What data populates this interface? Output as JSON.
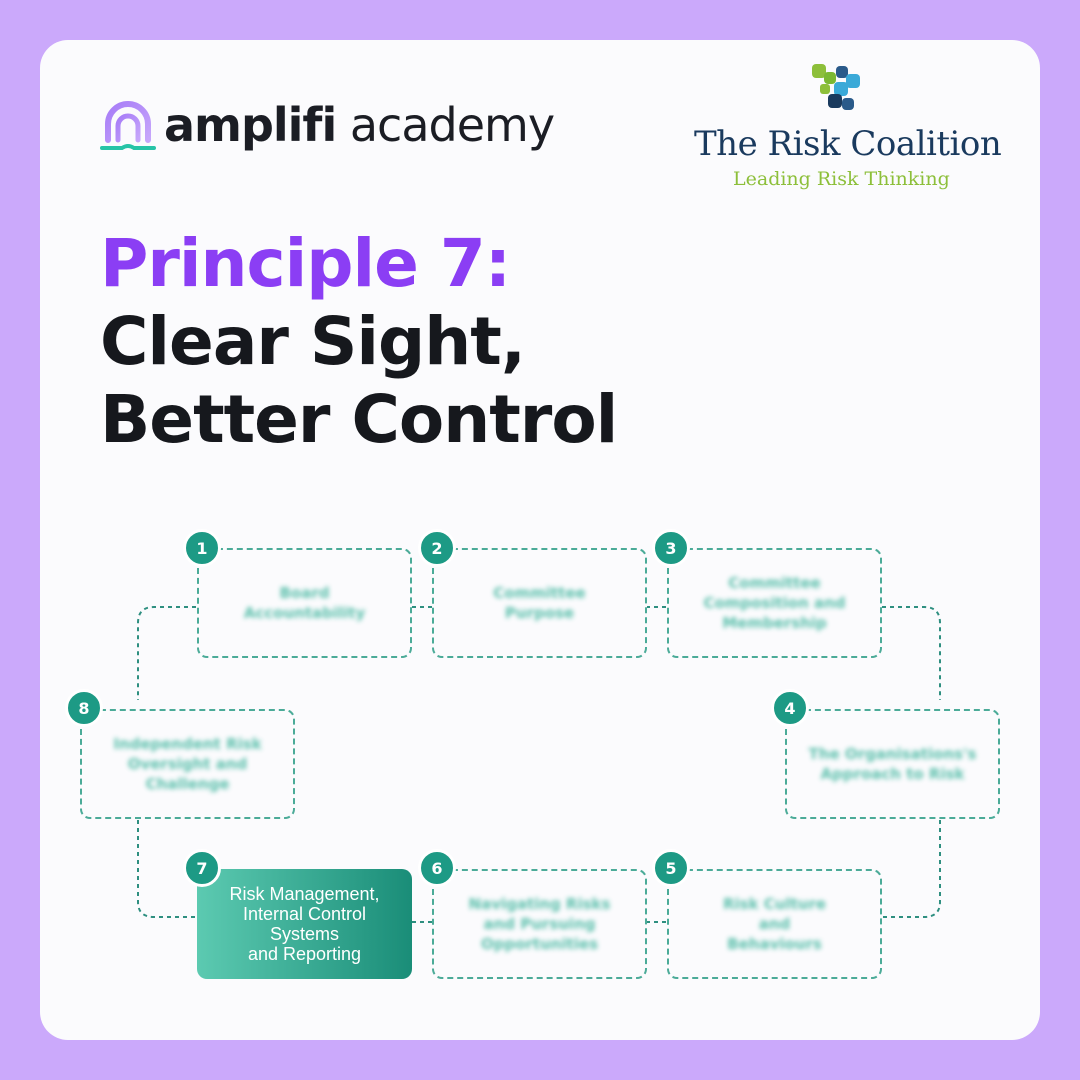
{
  "brand": {
    "name_bold": "amplifi",
    "name_light": "academy",
    "icon": "amplifi-arch-icon"
  },
  "partner": {
    "name": "The Risk Coalition",
    "tagline": "Leading Risk Thinking",
    "icon": "risk-coalition-puzzle-icon"
  },
  "headline": {
    "line1": "Principle 7:",
    "line2": "Clear Sight,",
    "line3": "Better Control"
  },
  "colors": {
    "accent": "#8b3ef4",
    "teal": "#1d9a85",
    "background": "#cba9fb",
    "partner_navy": "#1a3a5e",
    "partner_green": "#8dbf3a"
  },
  "principles": [
    {
      "number": "1",
      "label": "Board\nAccountability",
      "active": false
    },
    {
      "number": "2",
      "label": "Committee\nPurpose",
      "active": false
    },
    {
      "number": "3",
      "label": "Committee\nComposition and\nMembership",
      "active": false
    },
    {
      "number": "4",
      "label": "The Organisations's\nApproach to Risk",
      "active": false
    },
    {
      "number": "5",
      "label": "Risk Culture\nand\nBehaviours",
      "active": false
    },
    {
      "number": "6",
      "label": "Navigating Risks\nand Pursuing\nOpportunities",
      "active": false
    },
    {
      "number": "7",
      "label": "Risk Management,\nInternal Control\nSystems\nand Reporting",
      "active": true
    },
    {
      "number": "8",
      "label": "Independent Risk\nOversight and\nChallenge",
      "active": false
    }
  ]
}
